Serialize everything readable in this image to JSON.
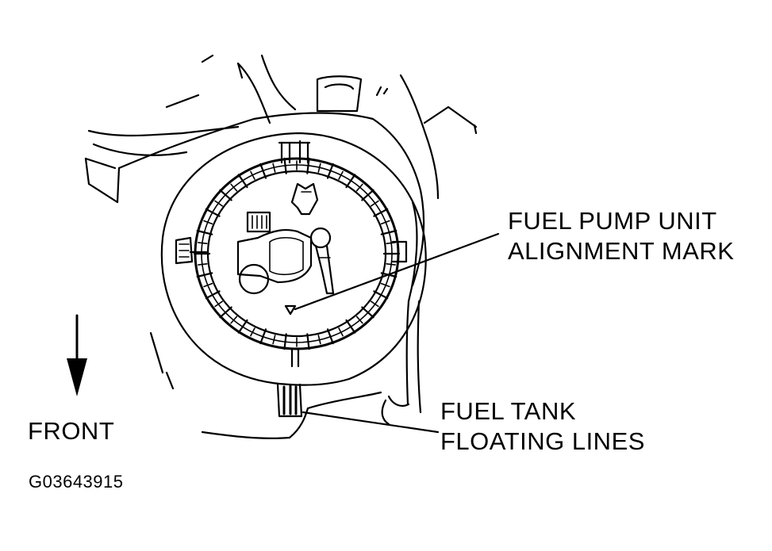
{
  "labels": {
    "pump_mark_line1": "FUEL PUMP UNIT",
    "pump_mark_line2": "ALIGNMENT MARK",
    "floating_line1": "FUEL TANK",
    "floating_line2": "FLOATING LINES",
    "front": "FRONT",
    "figure_id": "G03643915"
  }
}
